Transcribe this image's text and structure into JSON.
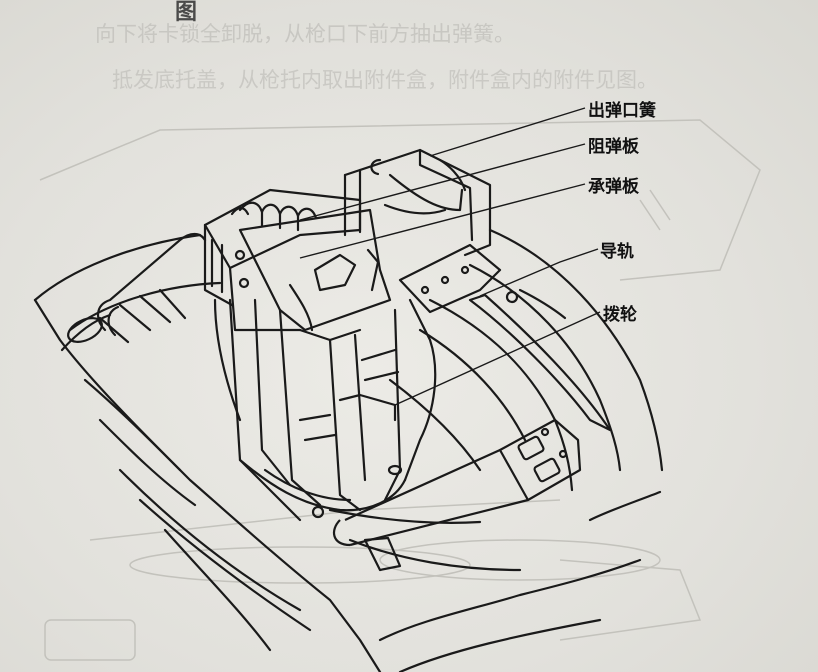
{
  "page": {
    "bleed_line_1": "图",
    "bleed_line_2": "向下将卡锁全卸脱，从枪口下前方抽出弹簧。",
    "bleed_line_3": "抵发底托盖，从枪托内取出附件盒，附件盒内的附件见图。"
  },
  "diagram": {
    "labels": [
      {
        "text": "出弹口簧"
      },
      {
        "text": "阻弹板"
      },
      {
        "text": "承弹板"
      },
      {
        "text": "导轨"
      },
      {
        "text": "拨轮"
      }
    ]
  },
  "colors": {
    "ink": "#1a1a1a",
    "paper": "#e4e3de",
    "faint": "#bdbcb6"
  }
}
